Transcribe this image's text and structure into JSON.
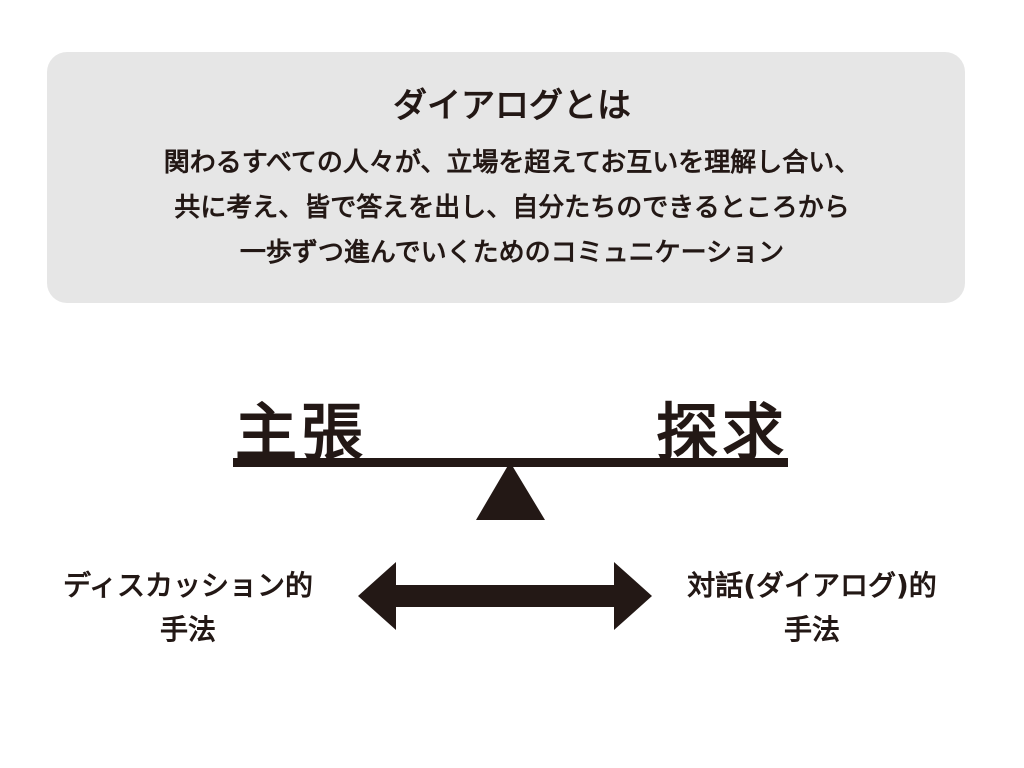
{
  "definition": {
    "title": "ダイアログとは",
    "lines": [
      "関わるすべての人々が、立場を超えてお互いを理解し合い、",
      "共に考え、皆で答えを出し、自分たちのできるところから",
      "一歩ずつ進んでいくためのコミュニケーション"
    ]
  },
  "balance": {
    "left_label": "主張",
    "right_label": "探求"
  },
  "methods": {
    "left": {
      "line1": "ディスカッション的",
      "line2": "手法"
    },
    "right": {
      "line1": "対話(ダイアログ)的",
      "line2": "手法"
    }
  }
}
